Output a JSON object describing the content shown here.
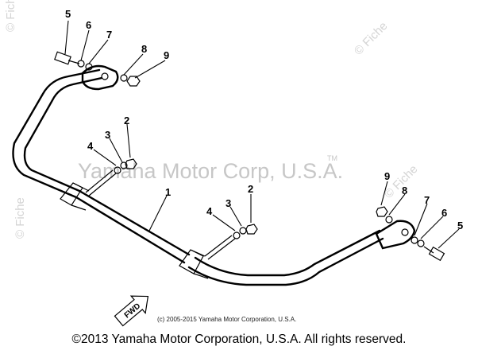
{
  "watermark": {
    "main": "Yamaha Motor Corp, U.S.A.",
    "tm": "TM",
    "edge_marks": [
      "© Fiche",
      "© Fiche",
      "© Fiche",
      "© Fiche"
    ]
  },
  "callouts": {
    "top_left": [
      "5",
      "6",
      "7",
      "8",
      "9"
    ],
    "center_left": [
      "4",
      "3",
      "2"
    ],
    "main_bar": "1",
    "center_right": [
      "4",
      "3",
      "2"
    ],
    "right": [
      "9",
      "8",
      "7",
      "6",
      "5"
    ]
  },
  "fwd_label": "FWD",
  "small_copyright": "(c) 2005-2015 Yamaha Motor Corporation, U.S.A.",
  "footer": "©2013 Yamaha Motor Corporation, U.S.A. All rights reserved."
}
